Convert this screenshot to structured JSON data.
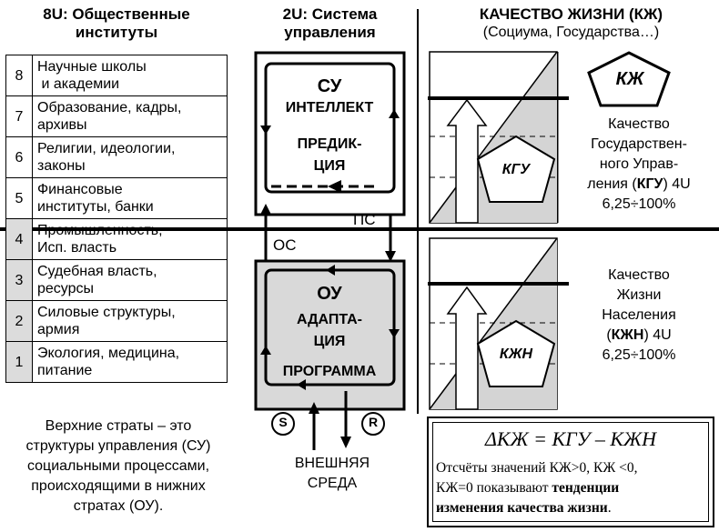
{
  "left": {
    "title_line1": "8U: Общественные",
    "title_line2": "институты",
    "strata": [
      {
        "num": "8",
        "line1": "Научные школы",
        "line2": " и академии"
      },
      {
        "num": "7",
        "line1": "Образование, кадры,",
        "line2": "архивы"
      },
      {
        "num": "6",
        "line1": "Религии, идеологии,",
        "line2": "законы"
      },
      {
        "num": "5",
        "line1": "Финансовые",
        "line2": "институты, банки"
      },
      {
        "num": "4",
        "line1": "Промышленность,",
        "line2": "Исп. власть"
      },
      {
        "num": "3",
        "line1": "Судебная власть,",
        "line2": "ресурсы"
      },
      {
        "num": "2",
        "line1": "Силовые структуры,",
        "line2": "армия"
      },
      {
        "num": "1",
        "line1": "Экология, медицина,",
        "line2": "питание"
      }
    ],
    "note_lines": [
      "Верхние страты – это",
      "структуры управления (СУ)",
      "социальными процессами,",
      "происходящими в нижних",
      "стратах (ОУ)."
    ]
  },
  "middle": {
    "title_line1": "2U: Система",
    "title_line2": "управления",
    "top_box": {
      "line1": "СУ",
      "line2": "ИНТЕЛЛЕКТ",
      "line3": "ПРЕДИК-",
      "line4": "ЦИЯ"
    },
    "bottom_box": {
      "line1": "ОУ",
      "line2": "АДАПТА-",
      "line3": "ЦИЯ",
      "line4": "ПРОГРАММА"
    },
    "label_ps": "ПС",
    "label_os": "ОС",
    "symbol_s": "S",
    "symbol_r": "R",
    "env_line1": "ВНЕШНЯЯ",
    "env_line2": "СРЕДА"
  },
  "right": {
    "title": "КАЧЕСТВО ЖИЗНИ (КЖ)",
    "subtitle": "(Социума, Государства…)",
    "kzh_label": "КЖ",
    "kgu_label": "КГУ",
    "kzhn_label": "КЖН",
    "kgu_caption": {
      "line1": "Качество",
      "line2": "Государствен-",
      "line3": "ного Управ-",
      "line4_pre": "ления (",
      "line4_bold": "КГУ",
      "line4_post": ") 4U",
      "line5": "6,25÷100%"
    },
    "kzhn_caption": {
      "line1": "Качество",
      "line2": "Жизни",
      "line3": "Населения",
      "line4_pre": "(",
      "line4_bold": "КЖН",
      "line4_post": ") 4U",
      "line5": "6,25÷100%"
    },
    "formula": "ΔКЖ = КГУ – КЖН",
    "formula_note_1": "Отсчёты значений КЖ>0, КЖ <0,",
    "formula_note_2": "КЖ=0 показывают ",
    "formula_note_bold_1": "тенденции",
    "formula_note_bold_2": "изменения качества жизни",
    "formula_note_end": "."
  }
}
